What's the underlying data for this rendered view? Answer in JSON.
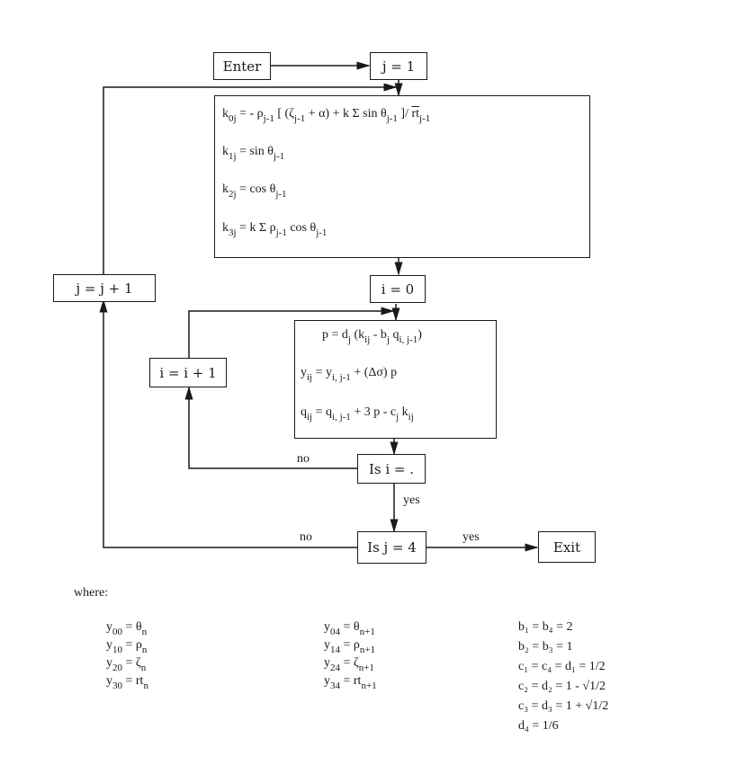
{
  "flowchart": {
    "enter": "Enter",
    "j_init": "j = 1",
    "k_block": {
      "k0j": {
        "lhs": "k",
        "lhs_sub": "0j",
        "rhs": "= - ρ",
        "rhs_sub": "j-1",
        "rest1": " [ (ζ",
        "rest1_sub": "j-1",
        "rest2": " + α) + k Σ sin θ",
        "rest2_sub": "j-1",
        "rest3": " ]/ ",
        "rt": "rt",
        "rt_sub": "j-1"
      },
      "k1j": {
        "lhs": "k",
        "lhs_sub": "1j",
        "rhs": "= sin θ",
        "rhs_sub": "j-1"
      },
      "k2j": {
        "lhs": "k",
        "lhs_sub": "2j",
        "rhs": "= cos θ",
        "rhs_sub": "j-1"
      },
      "k3j": {
        "lhs": "k",
        "lhs_sub": "3j",
        "rhs": "= k Σ ρ",
        "rhs_sub": "j-1",
        "rest": " cos θ",
        "rest_sub": "j-1"
      }
    },
    "j_incr": "j = j + 1",
    "i_init": "i = 0",
    "i_incr": "i = i + 1",
    "pyq_block": {
      "p": {
        "a": "p = d",
        "a_sub": "j",
        "b": " (k",
        "b_sub": "ij",
        "c": " - b",
        "c_sub": "j",
        "d": " q",
        "d_sub": "i, j-1",
        "e": ")"
      },
      "y": {
        "a": "y",
        "a_sub": "ij",
        "b": " = y",
        "b_sub": "i, j-1",
        "c": " + (Δσ) p"
      },
      "q": {
        "a": "q",
        "a_sub": "ij",
        "b": " = q",
        "b_sub": "i, j-1",
        "c": " + 3 p - c",
        "c_sub": "j",
        "d": " k",
        "d_sub": "ij"
      }
    },
    "is_i": "Is i = .",
    "is_j": "Is j = 4",
    "exit": "Exit",
    "labels": {
      "no_i": "no",
      "yes_i": "yes",
      "no_j": "no",
      "yes_j": "yes"
    }
  },
  "where": {
    "heading": "where:",
    "col1": [
      {
        "lhs": "y",
        "sub": "00",
        "rhs": "= θ",
        "rsub": "n"
      },
      {
        "lhs": "y",
        "sub": "10",
        "rhs": "= ρ",
        "rsub": "n"
      },
      {
        "lhs": "y",
        "sub": "20",
        "rhs": "= ζ",
        "rsub": "n"
      },
      {
        "lhs": "y",
        "sub": "30",
        "rhs": "= rt",
        "rsub": "n"
      }
    ],
    "col2": [
      {
        "lhs": "y",
        "sub": "04",
        "rhs": "= θ",
        "rsub": "n+1"
      },
      {
        "lhs": "y",
        "sub": "14",
        "rhs": "= ρ",
        "rsub": "n+1"
      },
      {
        "lhs": "y",
        "sub": "24",
        "rhs": "= ζ",
        "rsub": "n+1"
      },
      {
        "lhs": "y",
        "sub": "34",
        "rhs": "= rt",
        "rsub": "n+1"
      }
    ],
    "col3": [
      "b₁ = b₄ = 2",
      "b₂ = b₃ = 1",
      "c₁ = c₄ = d₁ = 1/2",
      "c₂ = d₂ = 1 - √1/2",
      "c₃ = d₃ = 1 + √1/2",
      "d₄ = 1/6"
    ]
  }
}
